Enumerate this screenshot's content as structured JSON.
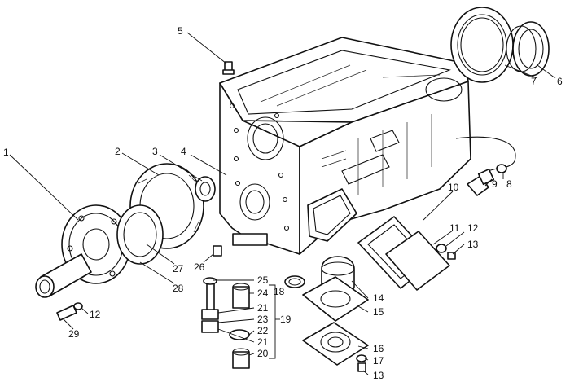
{
  "diagram": {
    "callouts": [
      {
        "id": "c1",
        "text": "1"
      },
      {
        "id": "c2",
        "text": "2"
      },
      {
        "id": "c3",
        "text": "3"
      },
      {
        "id": "c4",
        "text": "4"
      },
      {
        "id": "c5",
        "text": "5"
      },
      {
        "id": "c6",
        "text": "6"
      },
      {
        "id": "c7",
        "text": "7"
      },
      {
        "id": "c8",
        "text": "8"
      },
      {
        "id": "c9",
        "text": "9"
      },
      {
        "id": "c10",
        "text": "10"
      },
      {
        "id": "c11",
        "text": "11"
      },
      {
        "id": "c12a",
        "text": "12"
      },
      {
        "id": "c12b",
        "text": "12"
      },
      {
        "id": "c13a",
        "text": "13"
      },
      {
        "id": "c13b",
        "text": "13"
      },
      {
        "id": "c14",
        "text": "14"
      },
      {
        "id": "c15",
        "text": "15"
      },
      {
        "id": "c16",
        "text": "16"
      },
      {
        "id": "c17",
        "text": "17"
      },
      {
        "id": "c18",
        "text": "18"
      },
      {
        "id": "c19",
        "text": "19"
      },
      {
        "id": "c20",
        "text": "20"
      },
      {
        "id": "c21a",
        "text": "21"
      },
      {
        "id": "c21b",
        "text": "21"
      },
      {
        "id": "c22",
        "text": "22"
      },
      {
        "id": "c23",
        "text": "23"
      },
      {
        "id": "c24",
        "text": "24"
      },
      {
        "id": "c25",
        "text": "25"
      },
      {
        "id": "c26",
        "text": "26"
      },
      {
        "id": "c27",
        "text": "27"
      },
      {
        "id": "c28",
        "text": "28"
      },
      {
        "id": "c29",
        "text": "29"
      }
    ]
  }
}
